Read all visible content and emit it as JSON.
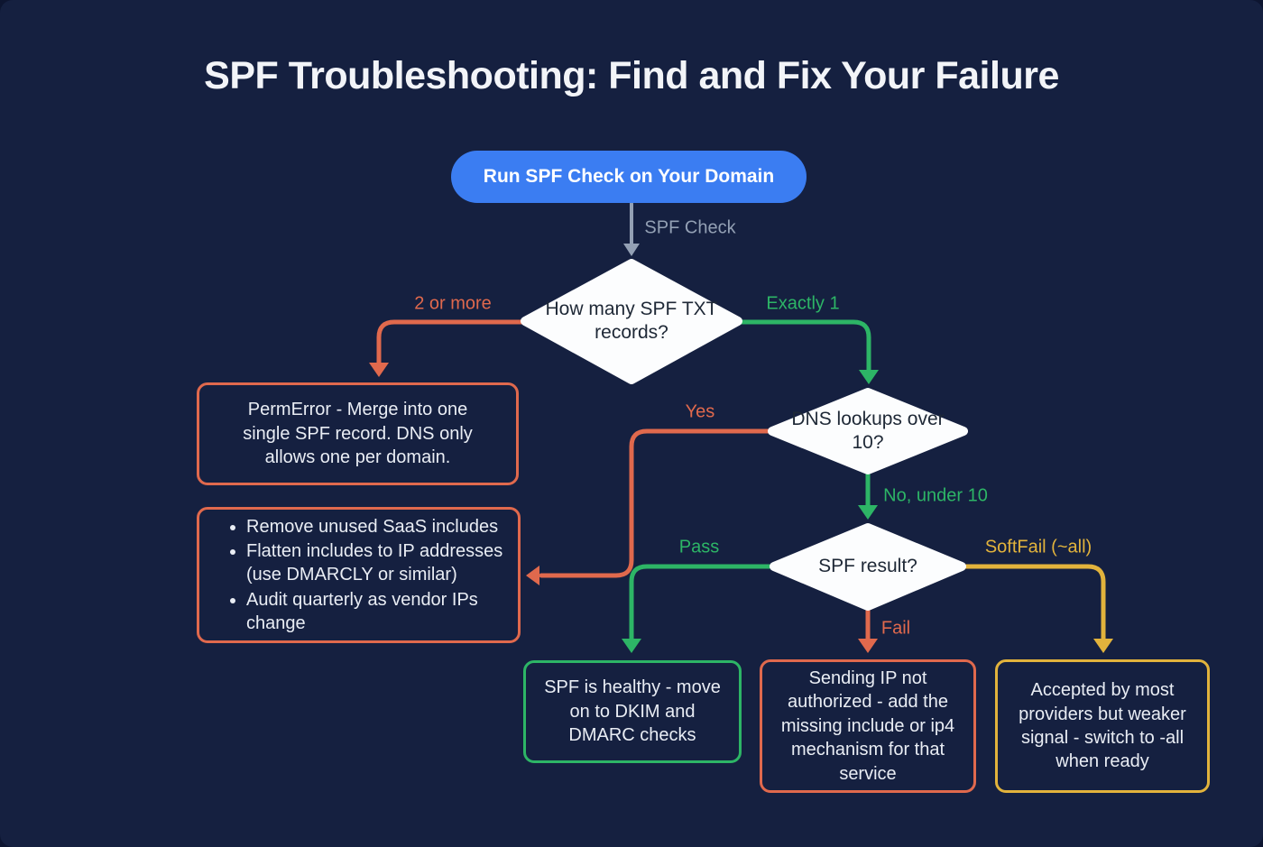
{
  "title": "SPF Troubleshooting: Find and Fix Your Failure",
  "colors": {
    "background": "#152040",
    "blue": "#3b7df2",
    "orange": "#e0694d",
    "green": "#2db566",
    "yellow": "#e2b33c",
    "gray": "#93a0b4",
    "diamond_fill": "#fcfdfe",
    "diamond_text": "#1e2836",
    "box_text": "#e9edf4",
    "title_text": "#f2f4f8"
  },
  "start": {
    "label": "Run SPF Check on Your Domain"
  },
  "edges": {
    "spf_check": "SPF Check",
    "two_or_more": "2 or more",
    "exactly_one": "Exactly 1",
    "yes": "Yes",
    "no_under_10": "No, under 10",
    "pass": "Pass",
    "fail": "Fail",
    "softfail": "SoftFail (~all)"
  },
  "decisions": {
    "records": "How many SPF TXT records?",
    "lookups": "DNS lookups over 10?",
    "result": "SPF result?"
  },
  "boxes": {
    "permerror": "PermError - Merge into one single SPF record. DNS only allows one per domain.",
    "optimize_items": [
      "Remove unused SaaS includes",
      "Flatten includes to IP addresses (use DMARCLY or similar)",
      "Audit quarterly as vendor IPs change"
    ],
    "healthy": "SPF is healthy - move on to DKIM and DMARC checks",
    "fail": "Sending IP not authorized - add the missing include or ip4 mechanism for that service",
    "softfail": "Accepted by most providers but weaker signal - switch to -all when ready"
  }
}
